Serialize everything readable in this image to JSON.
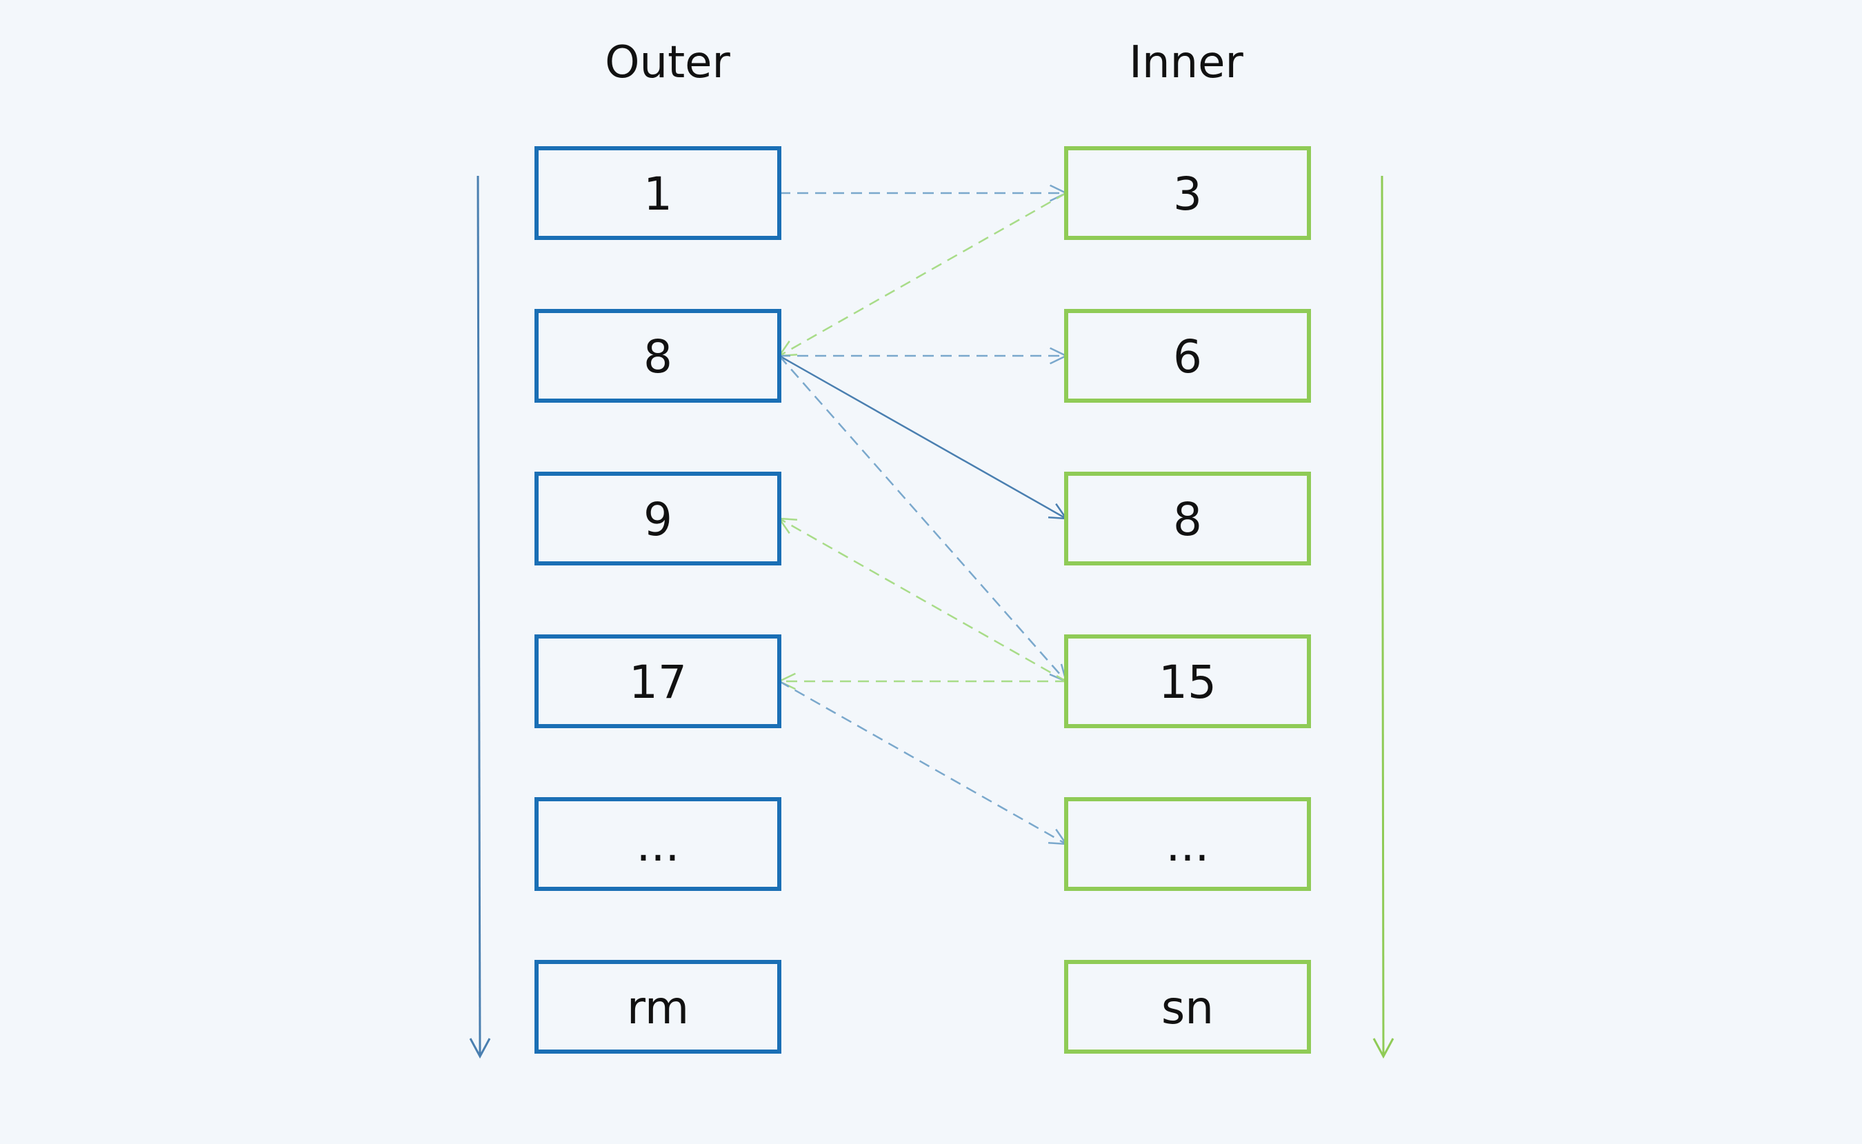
{
  "headers": {
    "outer": "Outer",
    "inner": "Inner"
  },
  "outer_items": [
    "1",
    "8",
    "9",
    "17",
    "...",
    "rm"
  ],
  "inner_items": [
    "3",
    "6",
    "8",
    "15",
    "...",
    "sn"
  ],
  "connections": [
    {
      "from": "outer",
      "from_index": 0,
      "to": "inner",
      "to_index": 0,
      "style": "dashed",
      "color": "blue"
    },
    {
      "from": "inner",
      "from_index": 0,
      "to": "outer",
      "to_index": 1,
      "style": "dashed",
      "color": "green"
    },
    {
      "from": "outer",
      "from_index": 1,
      "to": "inner",
      "to_index": 1,
      "style": "dashed",
      "color": "blue"
    },
    {
      "from": "outer",
      "from_index": 1,
      "to": "inner",
      "to_index": 2,
      "style": "solid",
      "color": "blue"
    },
    {
      "from": "outer",
      "from_index": 1,
      "to": "inner",
      "to_index": 3,
      "style": "dashed",
      "color": "blue"
    },
    {
      "from": "inner",
      "from_index": 3,
      "to": "outer",
      "to_index": 2,
      "style": "dashed",
      "color": "green"
    },
    {
      "from": "inner",
      "from_index": 3,
      "to": "outer",
      "to_index": 3,
      "style": "dashed",
      "color": "green"
    },
    {
      "from": "outer",
      "from_index": 3,
      "to": "inner",
      "to_index": 4,
      "style": "dashed",
      "color": "blue"
    }
  ],
  "colors": {
    "background": "#f3f7fb",
    "outer_border": "#1a6fb5",
    "inner_border": "#8fcb56",
    "blue_dashed": "#7aa8cc",
    "blue_solid": "#4a7fb0",
    "green_dashed": "#a8dc88",
    "outer_axis": "#4a7fb0",
    "inner_axis": "#8fcb56",
    "text": "#111111"
  }
}
